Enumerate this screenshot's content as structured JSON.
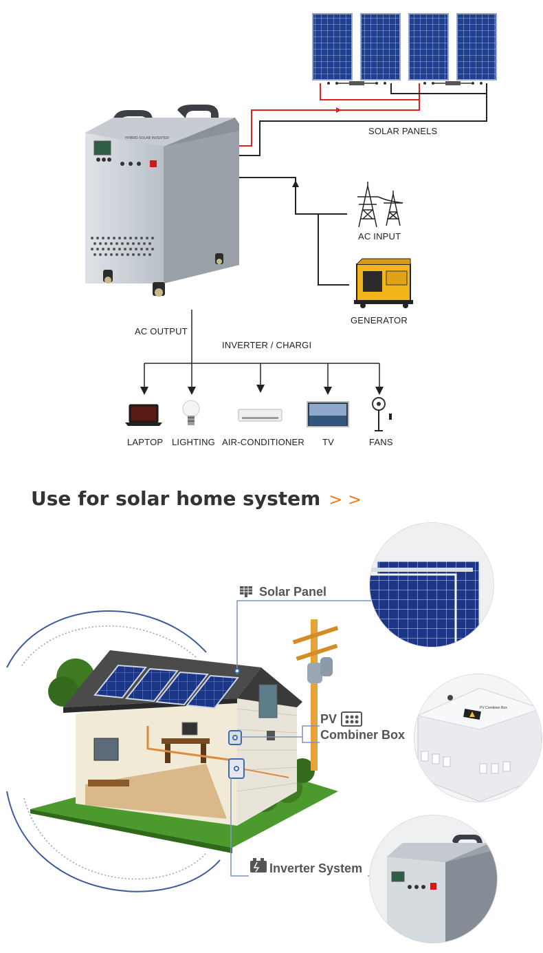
{
  "diagram": {
    "labels": {
      "solar_panels": "SOLAR PANELS",
      "ac_input": "AC INPUT",
      "generator": "GENERATOR",
      "ac_output": "AC OUTPUT",
      "inverter_charger": "INVERTER / CHARGI"
    },
    "loads": [
      {
        "label": "LAPTOP",
        "icon": "laptop-icon"
      },
      {
        "label": "LIGHTING",
        "icon": "light-bulb-icon"
      },
      {
        "label": "AIR-CONDITIONER",
        "icon": "air-conditioner-icon"
      },
      {
        "label": "TV",
        "icon": "tv-icon"
      },
      {
        "label": "FANS",
        "icon": "fan-icon"
      }
    ],
    "inverter_face": {
      "brand": "HYBRID SOLAR INVERTER"
    },
    "colors": {
      "positive_wire": "#e0201b",
      "negative_wire": "#222222",
      "panel": "#1f3f8f"
    }
  },
  "section": {
    "title": "Use for solar home system",
    "arrows": "> >",
    "accent_color": "#f07c1f"
  },
  "callouts": {
    "solar_panel": "Solar Panel",
    "pv_line1": "PV",
    "pv_line2": "Combiner Box",
    "inverter_system": "Inverter System"
  },
  "combiner_box": {
    "label": "PV Combiner Box"
  }
}
